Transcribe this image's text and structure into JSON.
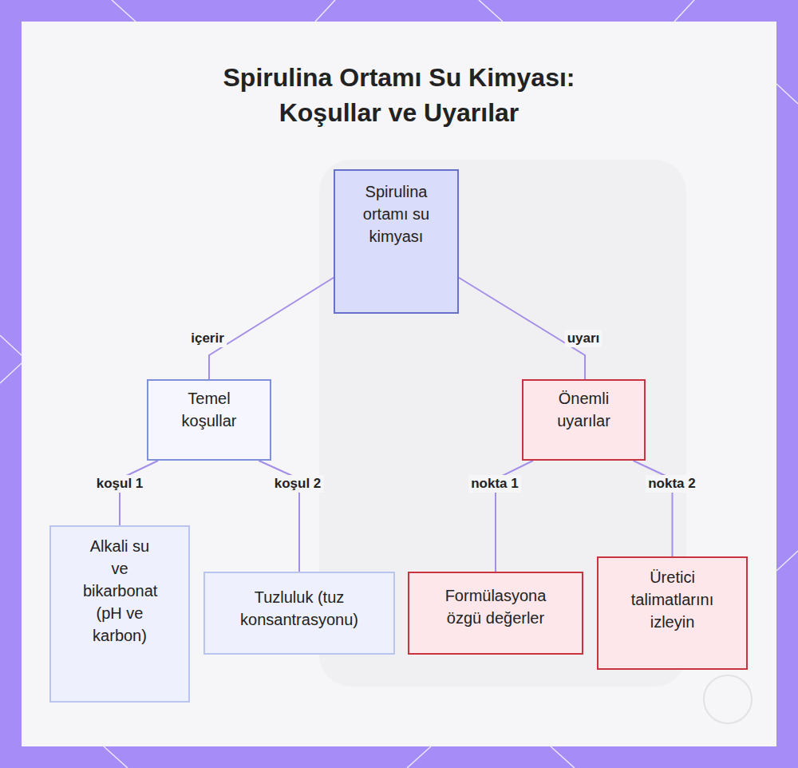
{
  "diagram": {
    "title": "Spirulina Ortamı Su Kimyası: Koşullar ve Uyarılar",
    "nodes": [
      {
        "text": [
          "Spirulina ortamı su kimyası"
        ]
      },
      {
        "text": [
          "Temel koşullar"
        ]
      },
      {
        "text": [
          "Önemli uyarılar"
        ]
      },
      {
        "text": [
          "Alkali su ve bikarbonat (pH ve karbon)"
        ]
      },
      {
        "text": [
          "Tuzluluk (tuz konsantrasyonu)"
        ]
      },
      {
        "text": [
          "Formülasyona özgü değerler"
        ]
      },
      {
        "text": [
          "Üretici talimatlarını izleyin"
        ]
      }
    ],
    "edges": [
      {
        "from": 0,
        "to": 1,
        "label": "içerir",
        "arrow": "none"
      },
      {
        "from": 0,
        "to": 2,
        "label": "uyarı",
        "arrow": "none"
      },
      {
        "from": 1,
        "to": 3,
        "label": "koşul 1",
        "arrow": "none"
      },
      {
        "from": 1,
        "to": 4,
        "label": "koşul 2",
        "arrow": "none"
      },
      {
        "from": 2,
        "to": 5,
        "label": "nokta 1",
        "arrow": "none"
      },
      {
        "from": 2,
        "to": 6,
        "label": "nokta 2",
        "arrow": "none"
      }
    ]
  }
}
